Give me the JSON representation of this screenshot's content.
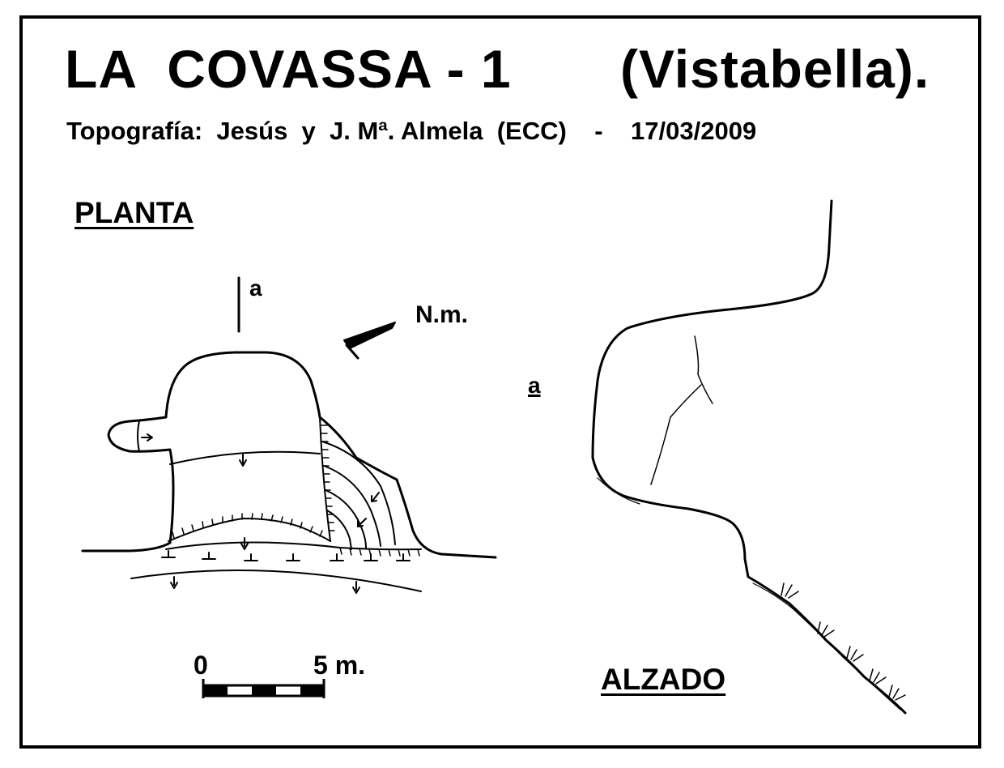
{
  "header": {
    "title": "LA  COVASSA - 1",
    "place": "(Vistabella).",
    "credits": "Topografía:  Jesús  y  J. Mª. Almela  (ECC)    -    17/03/2009"
  },
  "plan": {
    "heading": "PLANTA",
    "section_mark": "a",
    "north_label": "N.m."
  },
  "scale": {
    "start_label": "0",
    "end_label": "5 m."
  },
  "elevation": {
    "heading": "ALZADO",
    "section_mark": "a"
  },
  "colors": {
    "ink": "#000000",
    "paper": "#ffffff"
  }
}
